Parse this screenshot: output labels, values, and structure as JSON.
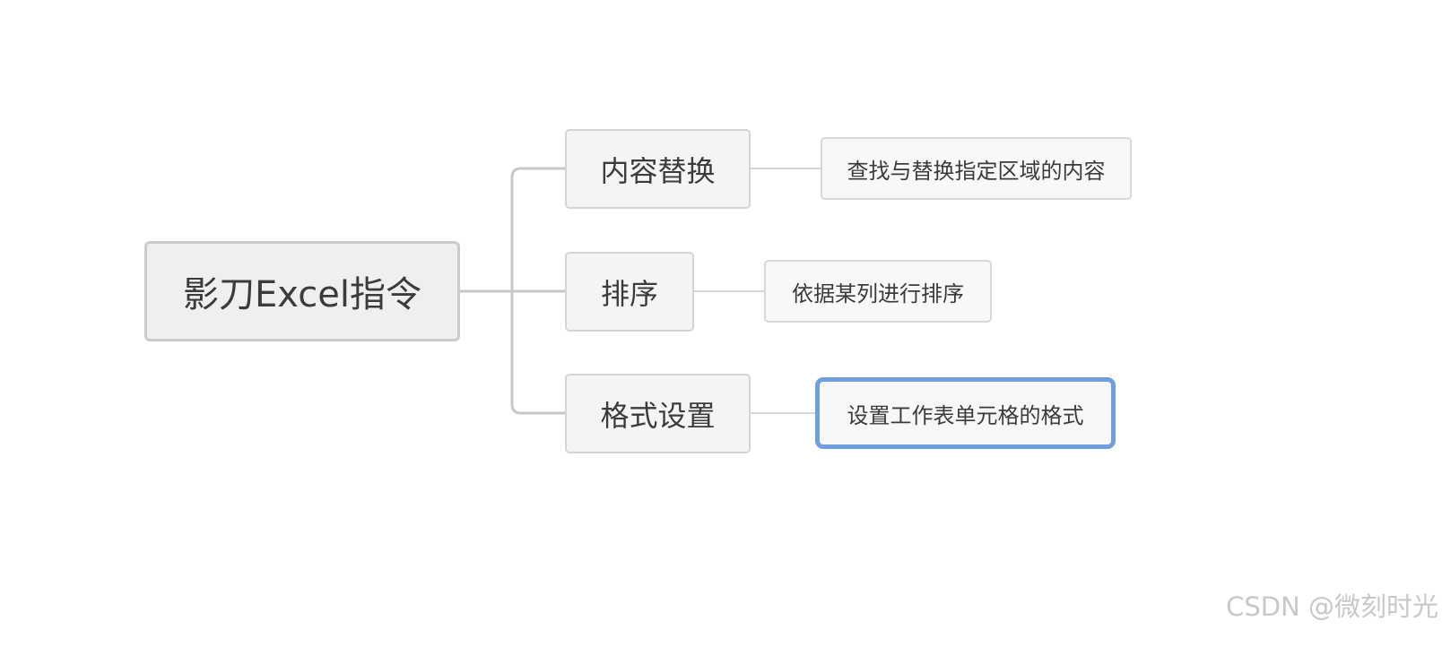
{
  "mindmap": {
    "root": {
      "label": "影刀Excel指令"
    },
    "topics": [
      {
        "label": "内容替换",
        "detail": "查找与替换指定区域的内容"
      },
      {
        "label": "排序",
        "detail": "依据某列进行排序"
      },
      {
        "label": "格式设置",
        "detail": "设置工作表单元格的格式",
        "selected": true
      }
    ]
  },
  "colors": {
    "root_fill": "#efefef",
    "root_border": "#cbcbcb",
    "connector_main": "#c8c8c8",
    "connector_sub": "#d6d6d6",
    "selection_border": "#6f9fdf",
    "watermark": "#c8c8c8"
  },
  "watermark": "CSDN @微刻时光"
}
